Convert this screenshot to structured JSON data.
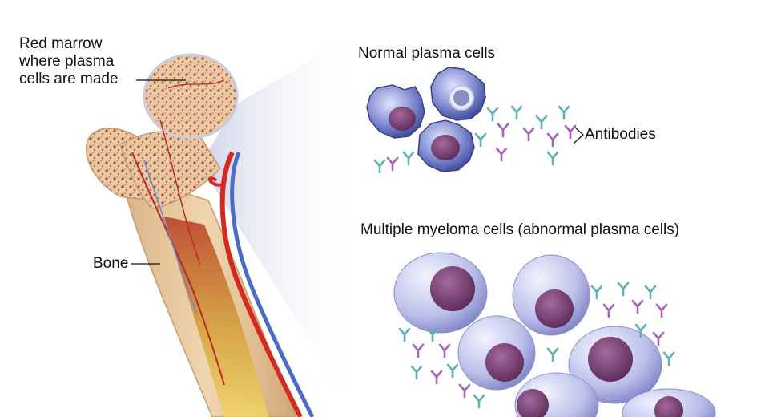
{
  "labels": {
    "red_marrow": [
      "Red marrow",
      "where plasma",
      "cells are made"
    ],
    "bone": "Bone",
    "normal_title": "Normal plasma cells",
    "antibodies": "Antibodies",
    "myeloma_title": "Multiple myeloma cells (abnormal plasma cells)"
  },
  "colors": {
    "bone_fill": "#e9c9a0",
    "marrow_red": "#c23a2a",
    "artery": "#d42a22",
    "vein": "#4a6bc9",
    "normal_cell": "#4f5aa8",
    "myeloma_cell": "#b9bde8",
    "nucleus": "#7c3f72",
    "antibody_teal": "#5fb1b5",
    "antibody_violet": "#a663b6"
  }
}
